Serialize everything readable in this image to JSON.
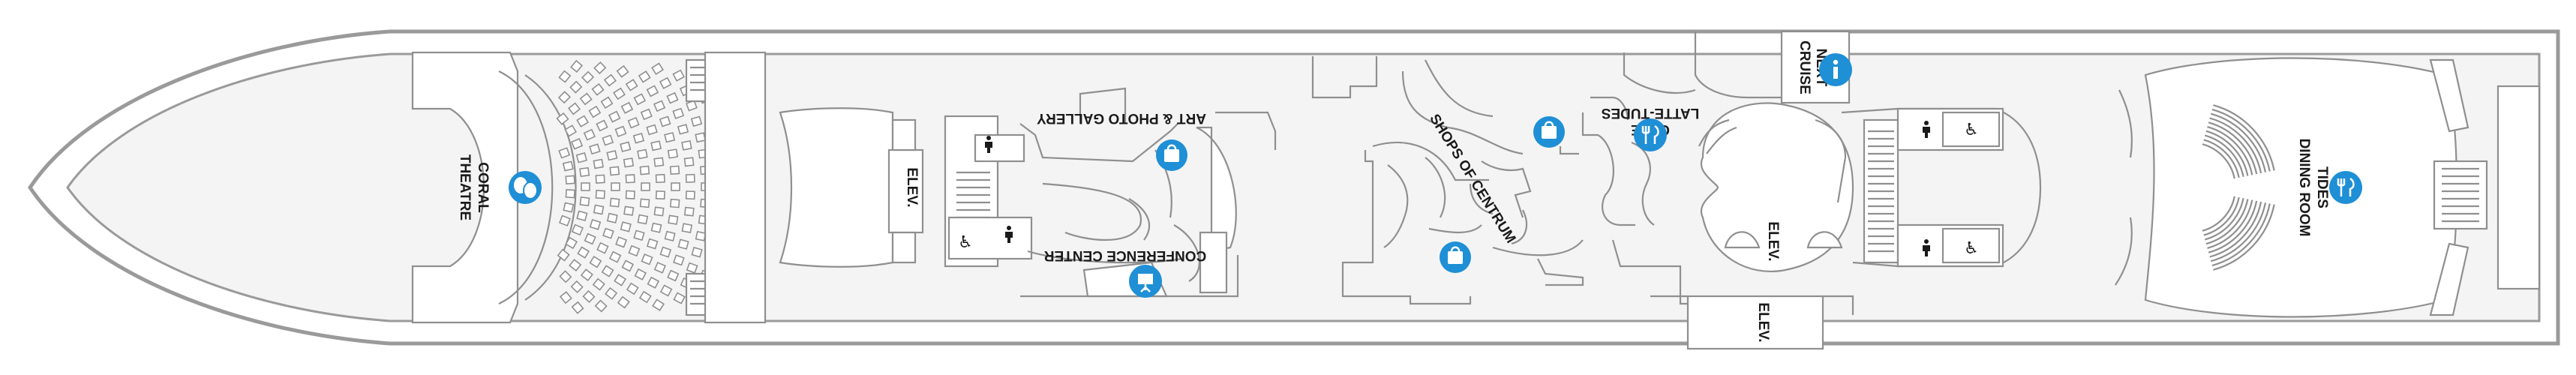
{
  "labels": {
    "coral_theatre_1": "CORAL",
    "coral_theatre_2": "THEATRE",
    "elev": "ELEV.",
    "art_gallery": "ART & PHOTO GALLERY",
    "conference_center": "CONFERENCE CENTER",
    "shops": "SHOPS OF CENTRUM",
    "cafe_1": "LATTE-TUDES",
    "cafe_2": "CAFE",
    "next_cruise_1": "NEXT",
    "next_cruise_2": "CRUISE",
    "tides_1": "TIDES",
    "tides_2": "DINING ROOM"
  },
  "icons": {
    "theatre": "theatre-masks-icon",
    "info": "info-icon",
    "dining": "dining-icon",
    "shopping": "shopping-bag-icon",
    "conference": "presentation-icon",
    "restroom": "restroom-icon",
    "accessible": "wheelchair-icon"
  },
  "colors": {
    "accent": "#1f8fd6",
    "wall": "#8f8f8f",
    "hull": "#9a9a9a"
  }
}
